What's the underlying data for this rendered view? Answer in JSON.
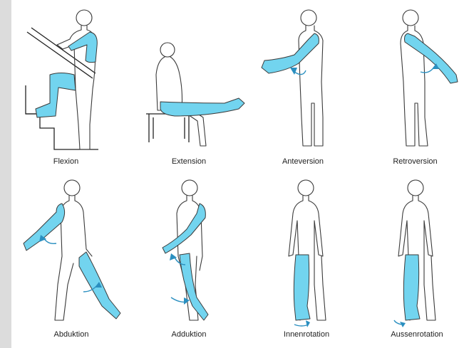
{
  "colors": {
    "highlight": "#72d4ef",
    "outline": "#3a3a3a",
    "arrow": "#2a8fc0",
    "sidebar": "#dcdcdc"
  },
  "movements": [
    {
      "label": "Flexion"
    },
    {
      "label": "Extension"
    },
    {
      "label": "Anteversion"
    },
    {
      "label": "Retroversion"
    },
    {
      "label": "Abduktion"
    },
    {
      "label": "Adduktion"
    },
    {
      "label": "Innenrotation"
    },
    {
      "label": "Aussenrotation"
    }
  ]
}
